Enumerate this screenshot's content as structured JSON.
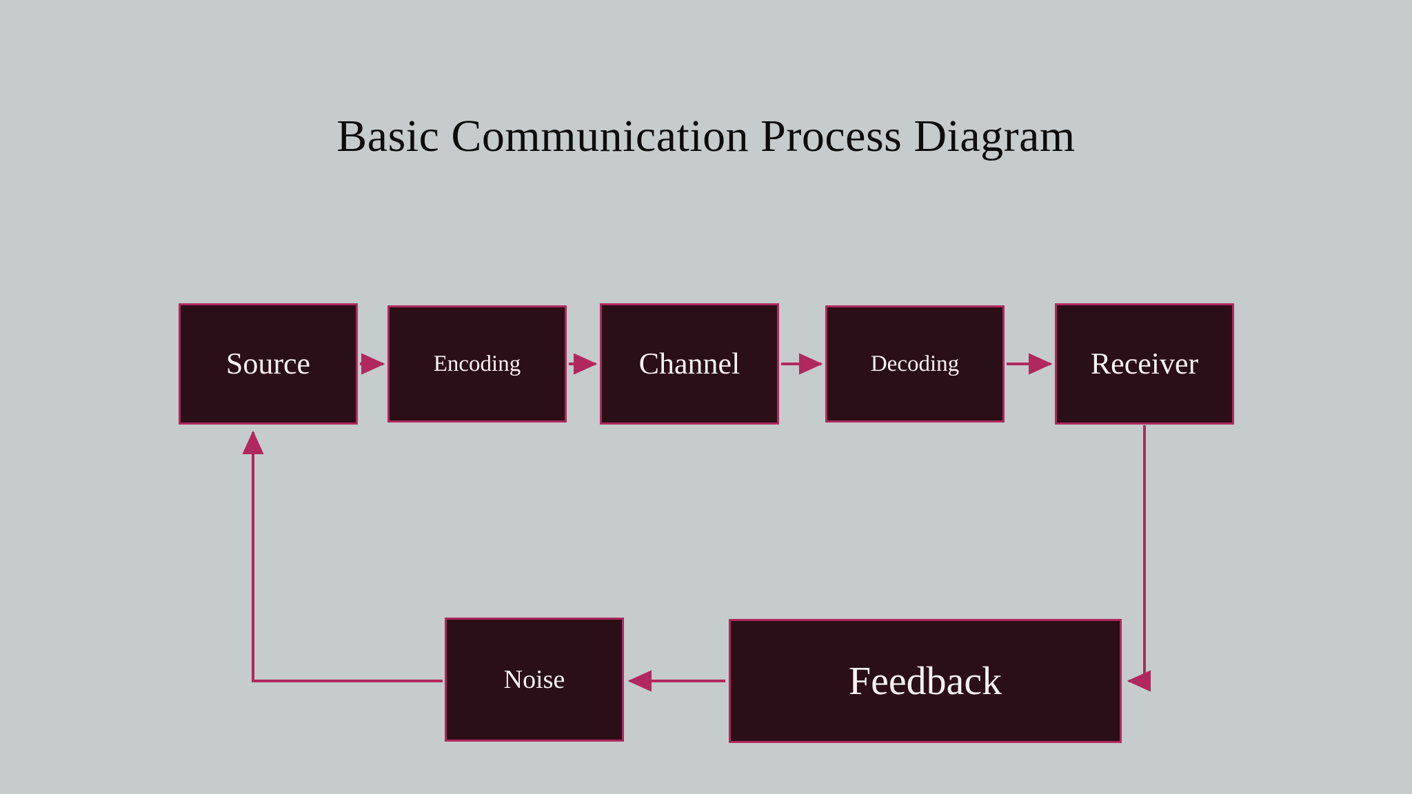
{
  "title": "Basic Communication Process Diagram",
  "colors": {
    "background": "#c6cccd",
    "node_fill": "#2a0f18",
    "node_border": "#b0285e",
    "connector": "#b0285e",
    "node_text": "#fdf2f4",
    "title_text": "#0c0c0c"
  },
  "nodes": [
    {
      "id": "source",
      "label": "Source"
    },
    {
      "id": "encoding",
      "label": "Encoding"
    },
    {
      "id": "channel",
      "label": "Channel"
    },
    {
      "id": "decoding",
      "label": "Decoding"
    },
    {
      "id": "receiver",
      "label": "Receiver"
    },
    {
      "id": "noise",
      "label": "Noise"
    },
    {
      "id": "feedback",
      "label": "Feedback"
    }
  ],
  "edges": [
    {
      "from": "Source",
      "to": "Encoding",
      "direction": "right"
    },
    {
      "from": "Encoding",
      "to": "Channel",
      "direction": "right"
    },
    {
      "from": "Channel",
      "to": "Decoding",
      "direction": "right"
    },
    {
      "from": "Decoding",
      "to": "Receiver",
      "direction": "right"
    },
    {
      "from": "Receiver",
      "to": "Feedback",
      "direction": "down-left"
    },
    {
      "from": "Feedback",
      "to": "Noise",
      "direction": "left"
    },
    {
      "from": "Noise",
      "to": "Source",
      "direction": "left-up"
    }
  ]
}
